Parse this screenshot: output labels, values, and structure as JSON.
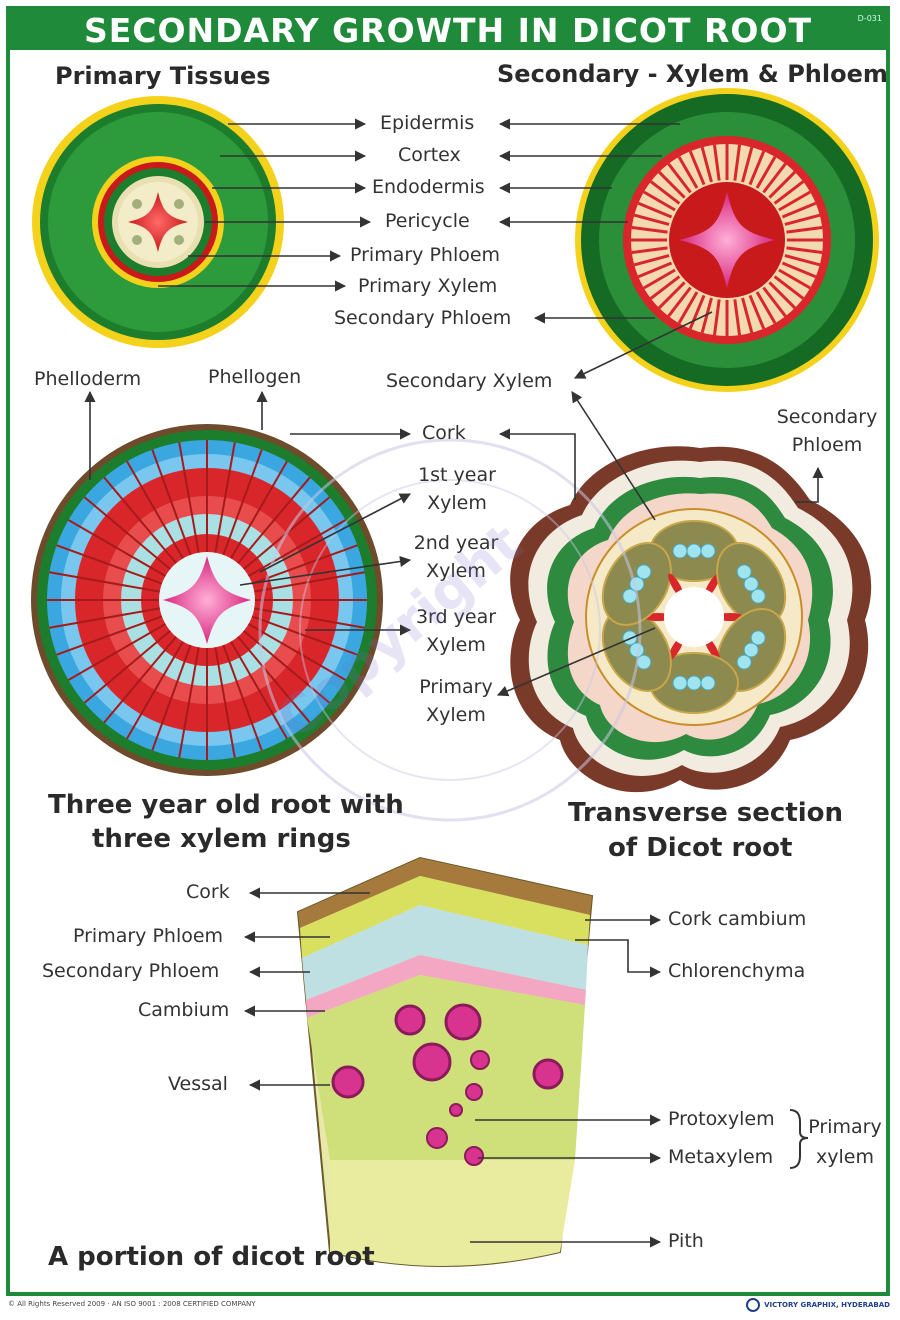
{
  "title": "SECONDARY GROWTH IN DICOT ROOT",
  "code": "D-031",
  "headings": {
    "primary_tissues": "Primary Tissues",
    "secondary_xp": "Secondary - Xylem & Phloem",
    "three_year_line1": "Three year old root with",
    "three_year_line2": "three xylem rings",
    "ts_line1": "Transverse section",
    "ts_line2": "of Dicot root",
    "portion": "A portion of dicot root"
  },
  "top_labels": [
    "Epidermis",
    "Cortex",
    "Endodermis",
    "Pericycle",
    "Primary Phloem",
    "Primary Xylem",
    "Secondary Phloem"
  ],
  "middle_labels": {
    "phelloderm": "Phelloderm",
    "phellogen": "Phellogen",
    "secondary_xylem": "Secondary Xylem",
    "cork": "Cork",
    "secondary_phloem_1": "Secondary",
    "secondary_phloem_2": "Phloem",
    "first_1": "1st year",
    "first_2": "Xylem",
    "second_1": "2nd year",
    "second_2": "Xylem",
    "third_1": "3rd year",
    "third_2": "Xylem",
    "primary_1": "Primary",
    "primary_2": "Xylem"
  },
  "bottom_left_labels": [
    "Cork",
    "Primary Phloem",
    "Secondary Phloem",
    "Cambium",
    "Vessal"
  ],
  "bottom_right_labels": {
    "cork_cambium": "Cork cambium",
    "chlorenchyma": "Chlorenchyma",
    "protoxylem": "Protoxylem",
    "metaxylem": "Metaxylem",
    "primary_1": "Primary",
    "primary_2": "xylem",
    "pith": "Pith"
  },
  "watermark": "Copyright",
  "footer": {
    "left": "© All Rights Reserved 2009 · AN ISO 9001 : 2008 CERTIFIED COMPANY",
    "right": "VICTORY GRAPHIX, HYDERABAD"
  },
  "colors": {
    "brand_green": "#1f8a3a",
    "xylem_red": "#d8262b",
    "phloem_blue": "#3aa7e0",
    "pith_pink": "#e0369a"
  }
}
